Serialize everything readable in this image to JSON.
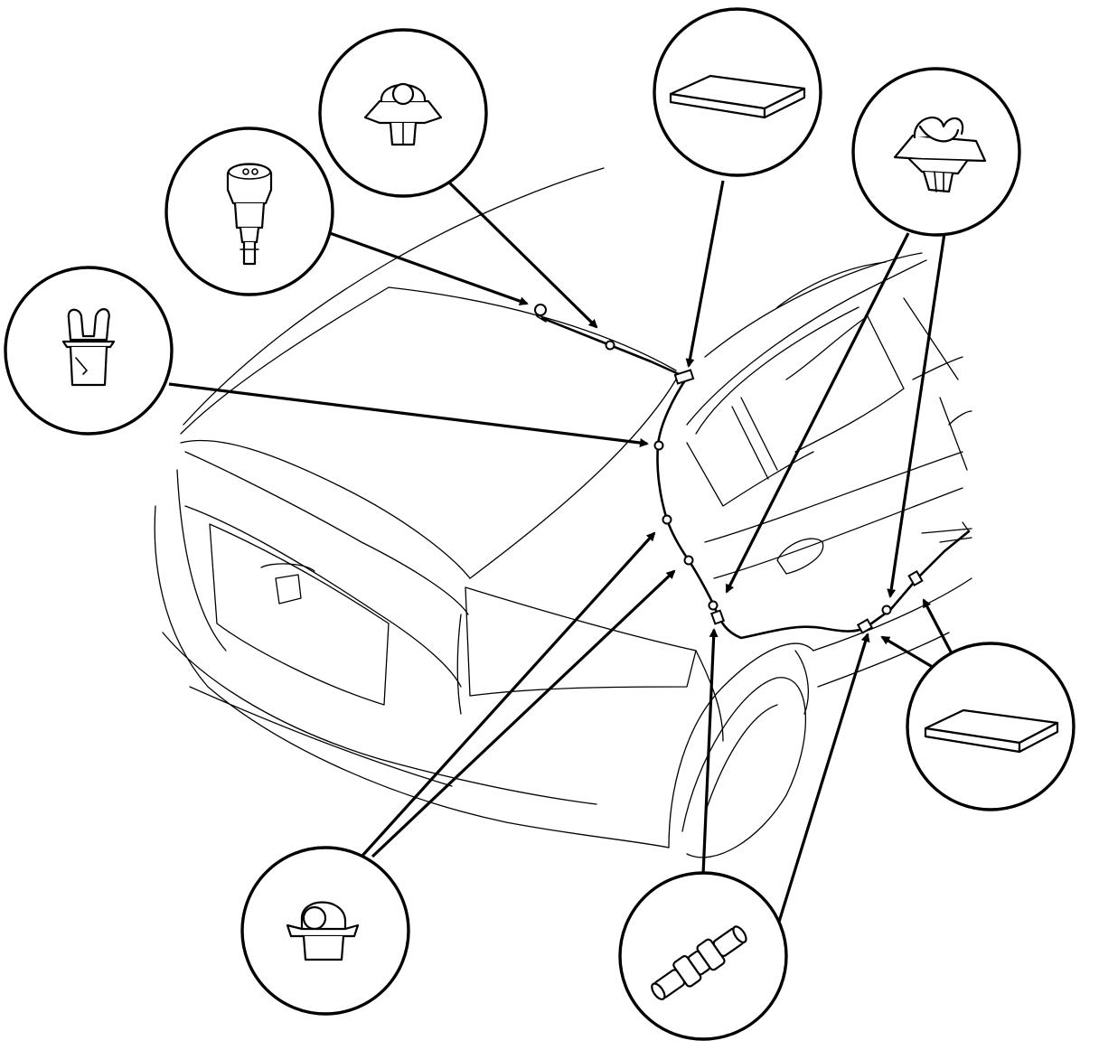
{
  "diagram": {
    "callouts": [
      {
        "id": "washer-nozzle",
        "icon": "washer-nozzle-icon"
      },
      {
        "id": "hose-clip-top",
        "icon": "hose-clip-icon"
      },
      {
        "id": "cushion-pad-roof",
        "icon": "cushion-pad-icon"
      },
      {
        "id": "hose-clamp-pillar",
        "icon": "hose-clamp-icon"
      },
      {
        "id": "hose-holder-clip",
        "icon": "hose-holder-clip-icon"
      },
      {
        "id": "hose-clip-lower",
        "icon": "hose-clip-icon"
      },
      {
        "id": "hose-joint",
        "icon": "hose-joint-icon"
      },
      {
        "id": "cushion-pad-sill",
        "icon": "cushion-pad-icon"
      }
    ]
  }
}
